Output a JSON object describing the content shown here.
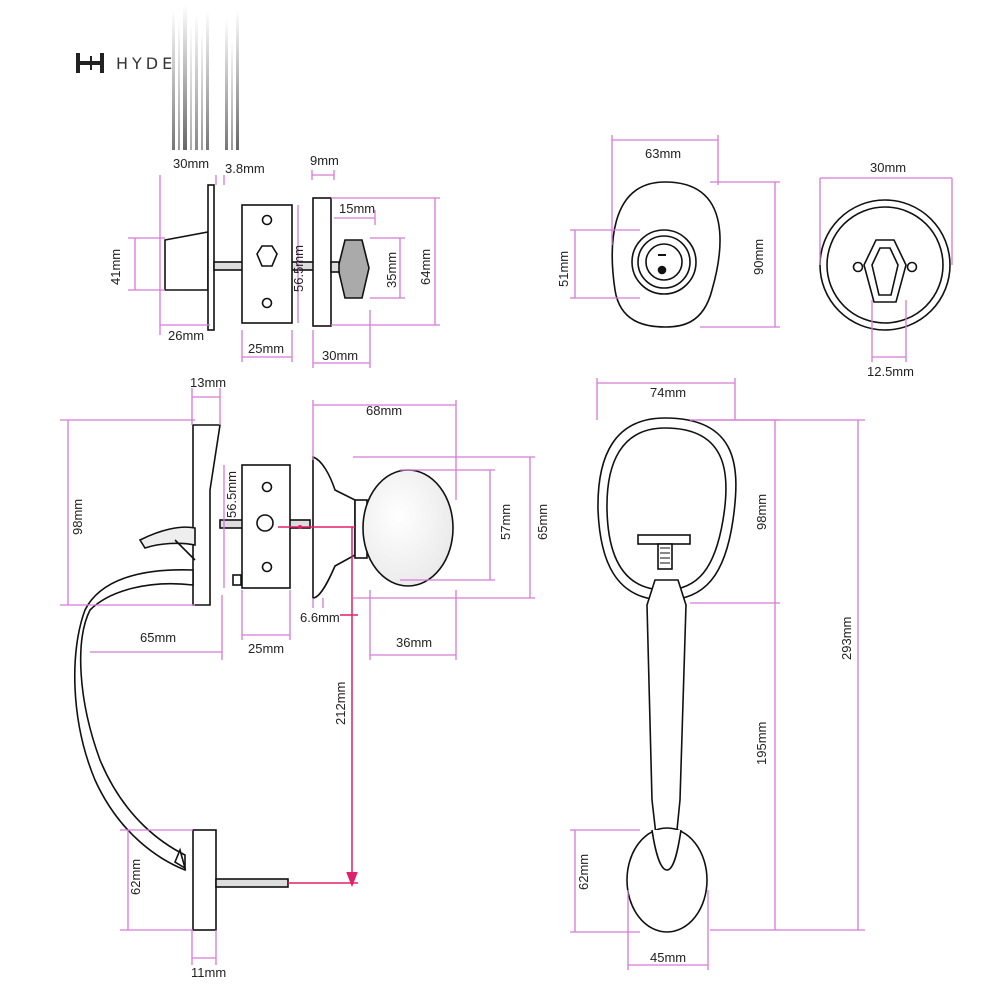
{
  "brand": {
    "name": "HYDE"
  },
  "colors": {
    "dimension": "#d67ad6",
    "accent": "#e0206a",
    "outline": "#111111"
  },
  "labels": {
    "d30": "30mm",
    "d38": "3.8mm",
    "d9": "9mm",
    "d15": "15mm",
    "d41": "41mm",
    "d565a": "56.5mm",
    "d35": "35mm",
    "d64": "64mm",
    "d26": "26mm",
    "d25a": "25mm",
    "d30b": "30mm",
    "d63": "63mm",
    "d51": "51mm",
    "d90": "90mm",
    "d30c": "30mm",
    "d125": "12.5mm",
    "d13": "13mm",
    "d68": "68mm",
    "d74": "74mm",
    "d98a": "98mm",
    "d565b": "56.5mm",
    "d57": "57mm",
    "d65a": "65mm",
    "d98b": "98mm",
    "d66": "6.6mm",
    "d65b": "65mm",
    "d25b": "25mm",
    "d36": "36mm",
    "d293": "293mm",
    "d212": "212mm",
    "d195": "195mm",
    "d62a": "62mm",
    "d62b": "62mm",
    "d11": "11mm",
    "d45": "45mm"
  }
}
